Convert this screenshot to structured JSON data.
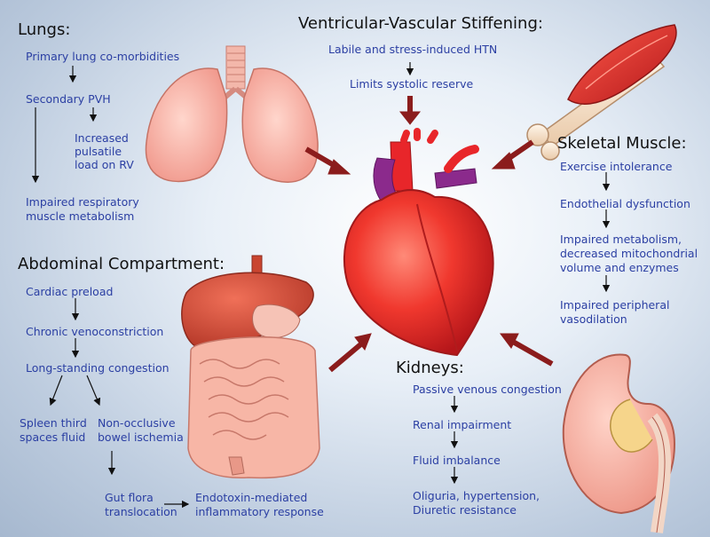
{
  "lungs": {
    "title": "Lungs:",
    "items": [
      "Primary lung co-morbidities",
      "Secondary PVH",
      "Increased",
      "pulsatile",
      "load on RV",
      "Impaired respiratory",
      "muscle metabolism"
    ]
  },
  "vascular": {
    "title": "Ventricular-Vascular Stiffening:",
    "items": [
      "Labile and stress-induced HTN",
      "Limits systolic reserve"
    ]
  },
  "muscle": {
    "title": "Skeletal Muscle:",
    "items": [
      "Exercise intolerance",
      "Endothelial dysfunction",
      "Impaired metabolism,",
      "decreased mitochondrial",
      "volume and enzymes",
      "Impaired peripheral",
      "vasodilation"
    ]
  },
  "abdominal": {
    "title": "Abdominal Compartment:",
    "items": [
      "Cardiac preload",
      "Chronic venoconstriction",
      "Long-standing congestion",
      "Spleen third",
      "spaces fluid",
      "Non-occlusive",
      "bowel ischemia",
      "Gut flora",
      "translocation",
      "Endotoxin-mediated",
      "inflammatory response"
    ]
  },
  "kidneys": {
    "title": "Kidneys:",
    "items": [
      "Passive venous congestion",
      "Renal impairment",
      "Fluid imbalance",
      "Oliguria, hypertension,",
      "Diuretic resistance"
    ]
  },
  "colors": {
    "text": "#2b3fa3",
    "heading": "#111111",
    "arrow": "#8b1c1c",
    "heart": "#e8262a"
  }
}
